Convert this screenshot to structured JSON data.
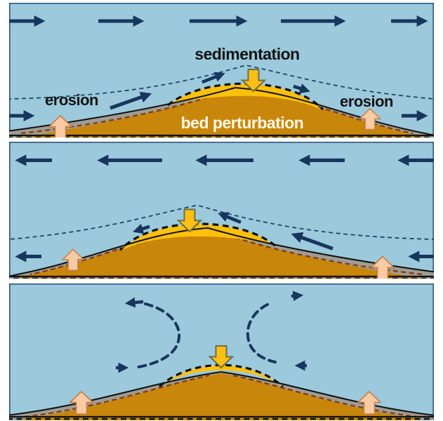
{
  "figure": {
    "subject": "bed perturbation",
    "panels": [
      {
        "name": "unidirectional-flow-right",
        "flow_direction": "right",
        "labels": {
          "sedimentation": "sedimentation",
          "erosion_left": "erosion",
          "erosion_right": "erosion",
          "bed_perturbation": "bed perturbation"
        }
      },
      {
        "name": "unidirectional-flow-left",
        "flow_direction": "left",
        "labels": {}
      },
      {
        "name": "diverging-recirculation-cells",
        "flow_direction": "recirculating",
        "labels": {}
      }
    ]
  },
  "colors": {
    "water": "#9CC9DC",
    "panel_border": "#31567D",
    "arrow_navy": "#17365D",
    "boundary_line": "#1C4966",
    "bed_brown": "#C8860B",
    "deposit_yellow": "#FDC10A",
    "down_arrow_yellow": "#FDBF12",
    "down_arrow_stroke": "#6E6E46",
    "erosion_gray": "#9E9D94",
    "eroded_profile_red": "#8A3E0C",
    "uplift_peach": "#F9CBA4",
    "uplift_peach_stroke": "#C97C47",
    "outline_black": "#111111",
    "label_dark": "#141414",
    "label_cream": "#FFF8E7"
  }
}
